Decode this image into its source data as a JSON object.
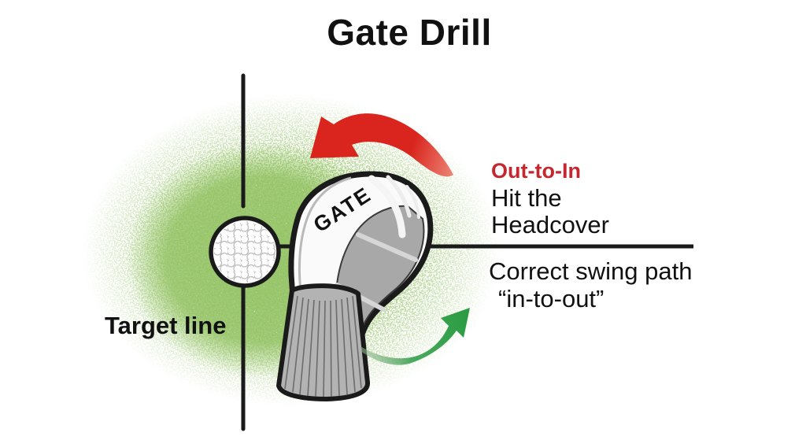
{
  "title": "Gate Drill",
  "annotations": {
    "out_to_in_label": "Out-to-In",
    "hit_headcover": "Hit the\nHeadcover",
    "correct_swing_path": "Correct swing path",
    "in_to_out": "“in-to-out”",
    "target_line": "Target line"
  },
  "headcover": {
    "text": "GATE"
  },
  "colors": {
    "red_text": "#c4272e",
    "red_arrow_head": "#d9251d",
    "red_arrow_tail": "#ec8576",
    "green_arrow_dark": "#2a9b42",
    "green_arrow_light": "#9db896",
    "grass_green": "#94c365",
    "line_black": "#1a1a1a",
    "panel_gray": "#a8a8a8",
    "cuff_gray": "#b3b3b3"
  }
}
